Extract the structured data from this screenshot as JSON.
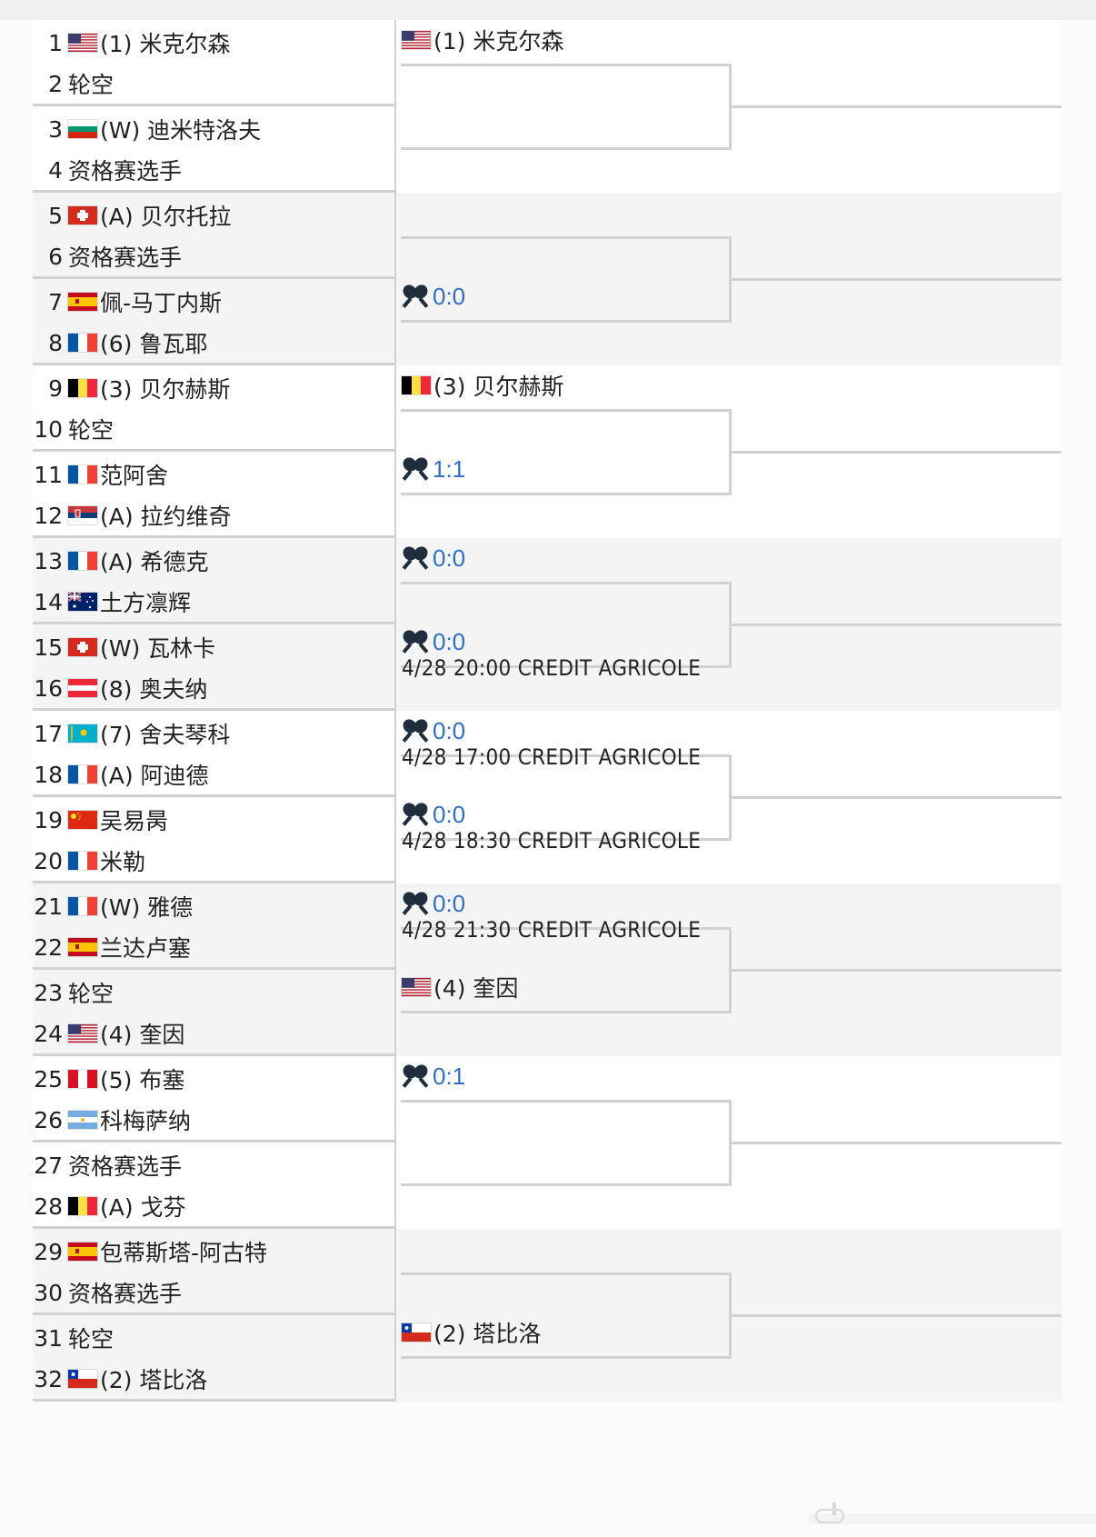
{
  "draw": {
    "players": [
      {
        "num": "1",
        "flag": "us",
        "label": "(1) 米克尔森"
      },
      {
        "num": "2",
        "flag": "",
        "label": "轮空"
      },
      {
        "num": "3",
        "flag": "bg",
        "label": "(W) 迪米特洛夫"
      },
      {
        "num": "4",
        "flag": "",
        "label": "资格赛选手"
      },
      {
        "num": "5",
        "flag": "ch",
        "label": "(A) 贝尔托拉"
      },
      {
        "num": "6",
        "flag": "",
        "label": "资格赛选手"
      },
      {
        "num": "7",
        "flag": "es",
        "label": "佩-马丁内斯"
      },
      {
        "num": "8",
        "flag": "fr",
        "label": "(6) 鲁瓦耶"
      },
      {
        "num": "9",
        "flag": "be",
        "label": "(3) 贝尔赫斯"
      },
      {
        "num": "10",
        "flag": "",
        "label": "轮空"
      },
      {
        "num": "11",
        "flag": "fr",
        "label": "范阿舍"
      },
      {
        "num": "12",
        "flag": "rs",
        "label": "(A) 拉约维奇"
      },
      {
        "num": "13",
        "flag": "fr",
        "label": "(A) 希德克"
      },
      {
        "num": "14",
        "flag": "au",
        "label": "土方凛辉"
      },
      {
        "num": "15",
        "flag": "ch",
        "label": "(W) 瓦林卡"
      },
      {
        "num": "16",
        "flag": "at",
        "label": "(8) 奥夫纳"
      },
      {
        "num": "17",
        "flag": "kz",
        "label": "(7) 舍夫琴科"
      },
      {
        "num": "18",
        "flag": "fr",
        "label": "(A) 阿迪德"
      },
      {
        "num": "19",
        "flag": "cn",
        "label": "吴易昺"
      },
      {
        "num": "20",
        "flag": "fr",
        "label": "米勒"
      },
      {
        "num": "21",
        "flag": "fr",
        "label": "(W) 雅德"
      },
      {
        "num": "22",
        "flag": "es",
        "label": "兰达卢塞"
      },
      {
        "num": "23",
        "flag": "",
        "label": "轮空"
      },
      {
        "num": "24",
        "flag": "us",
        "label": "(4) 奎因"
      },
      {
        "num": "25",
        "flag": "pe",
        "label": "(5) 布塞"
      },
      {
        "num": "26",
        "flag": "ar",
        "label": "科梅萨纳"
      },
      {
        "num": "27",
        "flag": "",
        "label": "资格赛选手"
      },
      {
        "num": "28",
        "flag": "be",
        "label": "(A) 戈芬"
      },
      {
        "num": "29",
        "flag": "es",
        "label": "包蒂斯塔-阿古特"
      },
      {
        "num": "30",
        "flag": "",
        "label": "资格赛选手"
      },
      {
        "num": "31",
        "flag": "",
        "label": "轮空"
      },
      {
        "num": "32",
        "flag": "cl",
        "label": "(2) 塔比洛"
      }
    ],
    "round2": [
      {
        "match": 1,
        "top": {
          "type": "player",
          "flag": "us",
          "label": "(1) 米克尔森"
        },
        "bottom": null,
        "schedule": ""
      },
      {
        "match": 2,
        "top": null,
        "bottom": {
          "type": "h2h",
          "score": "0:0"
        },
        "schedule": ""
      },
      {
        "match": 3,
        "top": {
          "type": "player",
          "flag": "be",
          "label": "(3) 贝尔赫斯"
        },
        "bottom": {
          "type": "h2h",
          "score": "1:1"
        },
        "schedule": ""
      },
      {
        "match": 4,
        "top": {
          "type": "h2h",
          "score": "0:0"
        },
        "bottom": {
          "type": "h2h",
          "score": "0:0"
        },
        "schedule": "4/28 20:00 CREDIT AGRICOLE"
      },
      {
        "match": 5,
        "top": {
          "type": "h2h",
          "score": "0:0"
        },
        "top_schedule": "4/28 17:00 CREDIT AGRICOLE",
        "bottom": {
          "type": "h2h",
          "score": "0:0"
        },
        "schedule": "4/28 18:30 CREDIT AGRICOLE"
      },
      {
        "match": 6,
        "top": {
          "type": "h2h",
          "score": "0:0"
        },
        "top_schedule": "4/28 21:30 CREDIT AGRICOLE",
        "bottom": {
          "type": "player",
          "flag": "us",
          "label": "(4) 奎因"
        },
        "schedule": ""
      },
      {
        "match": 7,
        "top": {
          "type": "h2h",
          "score": "0:1"
        },
        "bottom": null,
        "schedule": ""
      },
      {
        "match": 8,
        "top": null,
        "bottom": {
          "type": "player",
          "flag": "cl",
          "label": "(2) 塔比洛"
        },
        "schedule": ""
      }
    ]
  },
  "icons": {
    "h2h": "crossed-rackets-icon",
    "corner": "expand-icon"
  },
  "colors": {
    "h2h_score": "#2f6fc4",
    "bracket_line": "#cfd1d5",
    "band_light": "#ffffff",
    "band_dark": "#f4f4f5"
  }
}
